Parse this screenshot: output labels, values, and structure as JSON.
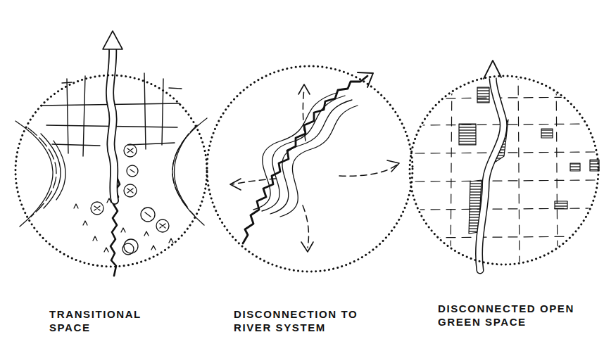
{
  "diagram": {
    "nodes": [
      {
        "text": [
          "TRANSITIONAL SPACE"
        ]
      },
      {
        "text": [
          "DISCONNECTION TO RIVER SYSTEM"
        ]
      },
      {
        "text": [
          "DISCONNECTED OPEN GREEN SPACE"
        ]
      }
    ]
  }
}
